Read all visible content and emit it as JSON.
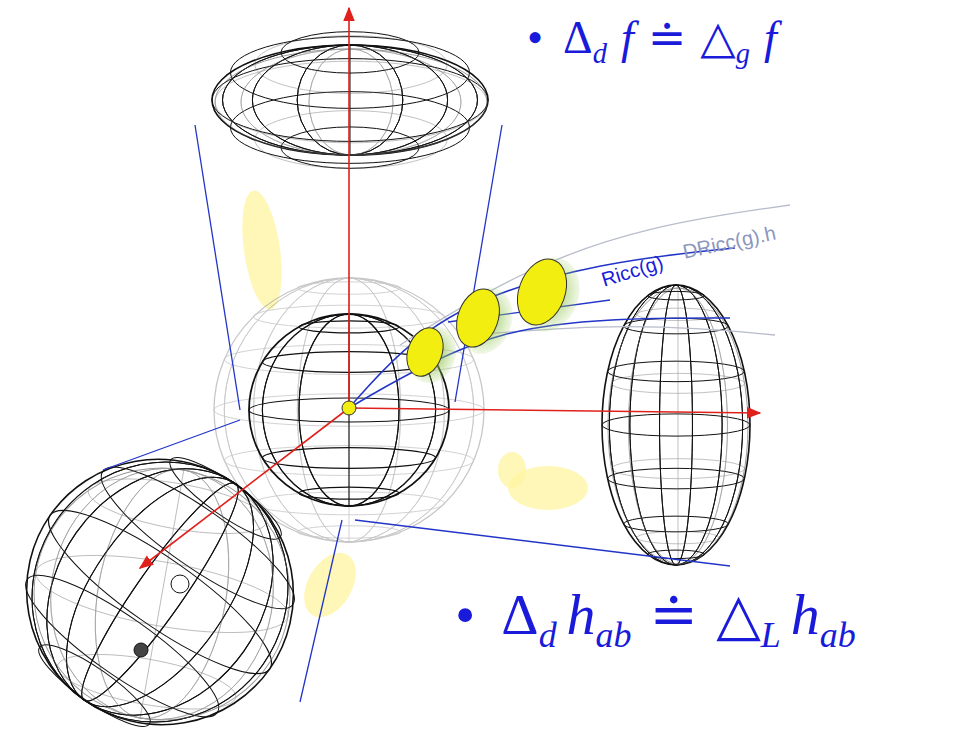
{
  "diagram": {
    "labels": [
      "•",
      "Δ",
      "d",
      "f",
      "≐",
      "△",
      "g",
      "f",
      "Ricc(g)",
      "DRicc(g).h",
      "•",
      "Δ",
      "d",
      "h",
      "ab",
      "≐",
      "△",
      "L",
      "h",
      "ab"
    ]
  }
}
